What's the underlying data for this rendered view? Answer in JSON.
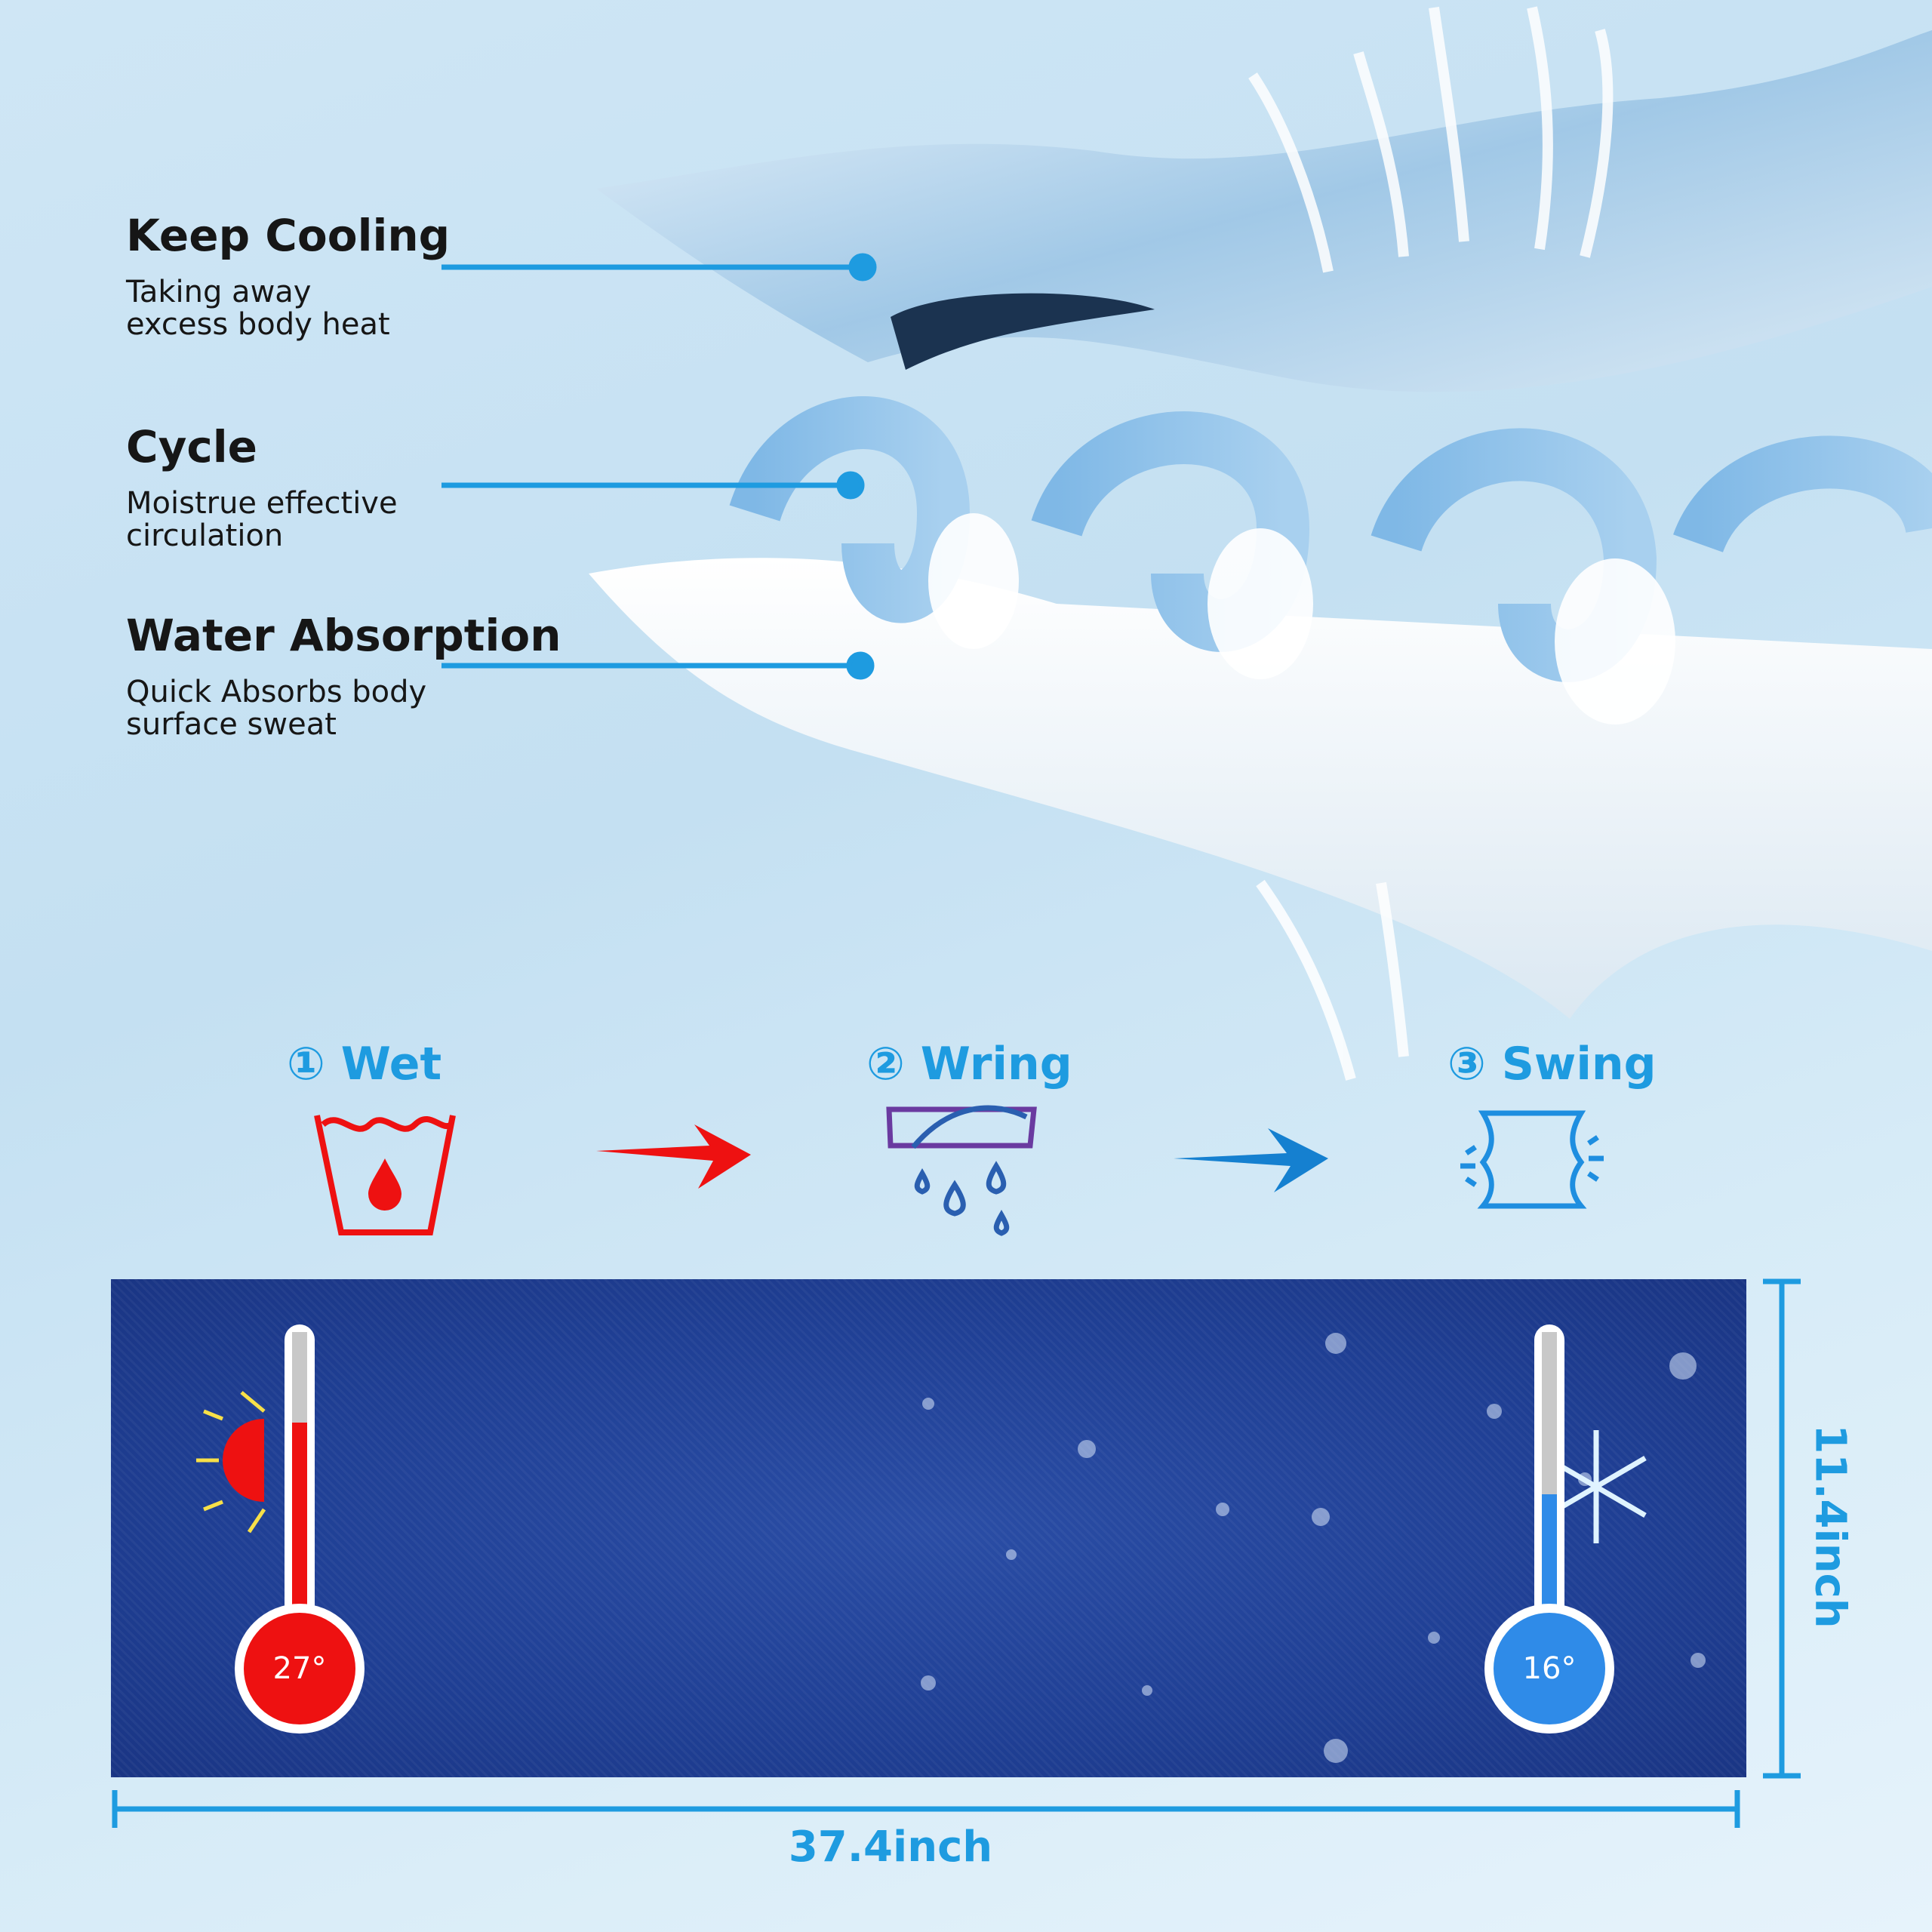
{
  "features": [
    {
      "title": "Keep Cooling",
      "desc_lines": [
        "Taking away",
        "excess body heat"
      ]
    },
    {
      "title": "Cycle",
      "desc_lines": [
        "Moistrue effective",
        "circulation"
      ]
    },
    {
      "title": "Water Absorption",
      "desc_lines": [
        "Quick Absorbs body",
        "surface sweat"
      ]
    }
  ],
  "steps": [
    {
      "number": "①",
      "label": "Wet",
      "icon": "wash-basin-drop-icon"
    },
    {
      "number": "②",
      "label": "Wring",
      "icon": "wring-towel-icon"
    },
    {
      "number": "③",
      "label": "Swing",
      "icon": "swing-towel-icon"
    }
  ],
  "thermometers": {
    "hot": "27°",
    "cold": "16°"
  },
  "dimensions": {
    "width": "37.4inch",
    "height": "11.4inch"
  },
  "colors": {
    "accent": "#1e9be0",
    "towel": "#1f3f94",
    "hot": "#ee1111",
    "cold": "#2f8be8"
  }
}
